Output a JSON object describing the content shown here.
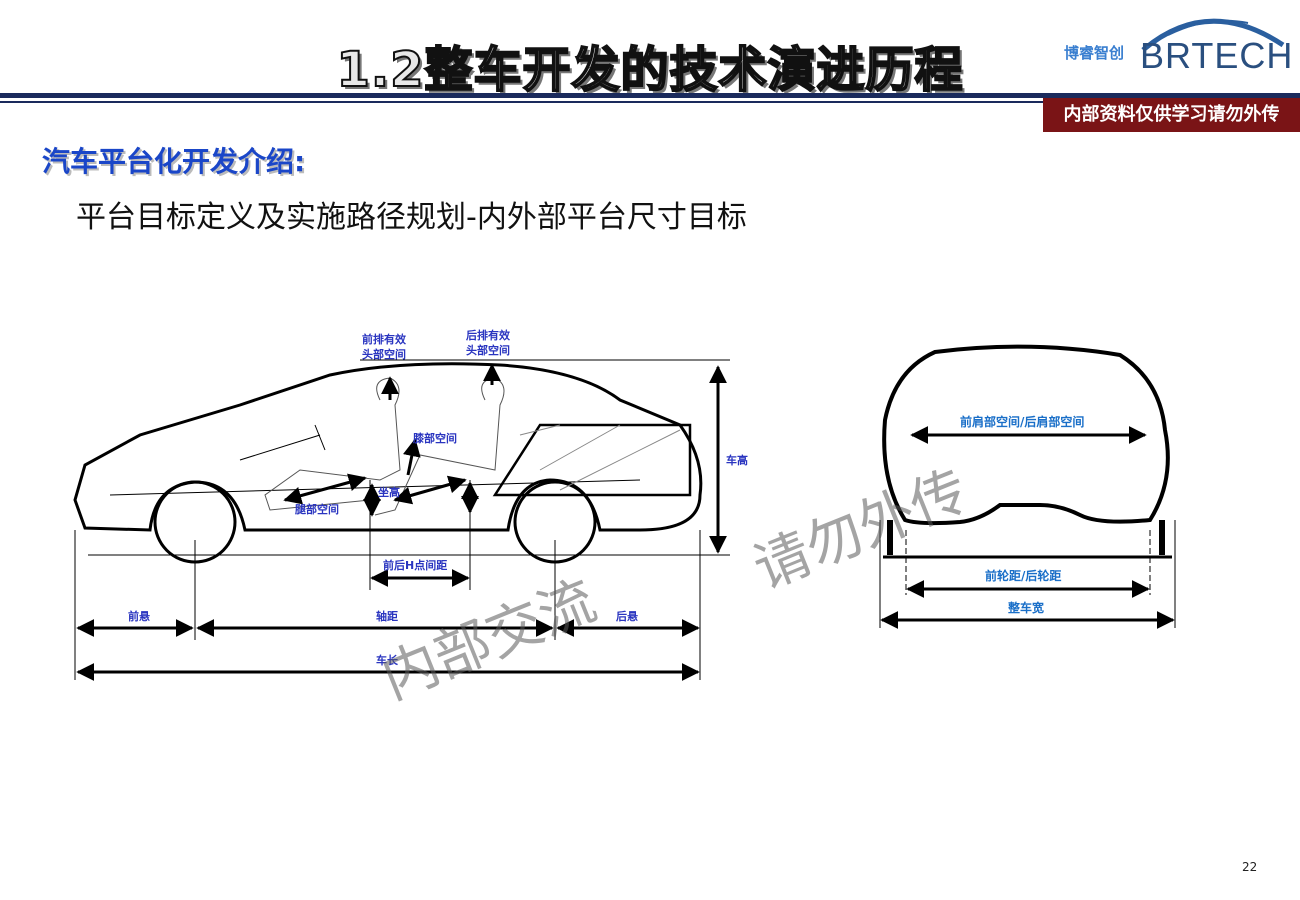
{
  "header": {
    "title": "1.2整车开发的技术演进历程",
    "brand_cn": "博睿智创",
    "brand": "BRTECH",
    "confidential": "内部资料仅供学习请勿外传"
  },
  "section": {
    "heading": "汽车平台化开发介绍:",
    "subheading": "平台目标定义及实施路径规划-内外部平台尺寸目标"
  },
  "side_view": {
    "front_head": [
      "前排有效",
      "头部空间"
    ],
    "rear_head": [
      "后排有效",
      "头部空间"
    ],
    "knee": "膝部空间",
    "seat_height": "坐高",
    "leg": "腿部空间",
    "h_point": "前后H点间距",
    "height": "车高",
    "front_overhang": "前悬",
    "wheelbase": "轴距",
    "rear_overhang": "后悬",
    "length": "车长"
  },
  "front_view": {
    "shoulder": "前肩部空间/后肩部空间",
    "track": "前轮距/后轮距",
    "width": "整车宽"
  },
  "watermark": [
    "内部交流",
    "请勿外传"
  ],
  "page_number": "22"
}
